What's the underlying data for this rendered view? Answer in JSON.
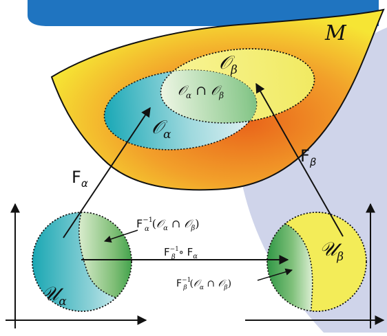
{
  "diagram": {
    "manifold_label": "M",
    "chart_domain_alpha": "𝒪",
    "chart_domain_alpha_sub": "α",
    "chart_domain_beta": "𝒪",
    "chart_domain_beta_sub": "β",
    "overlap": {
      "a": "𝒪",
      "a_sub": "α",
      "cap": " ∩ ",
      "b": "𝒪",
      "b_sub": "β"
    },
    "map_alpha": {
      "base": "F",
      "sub": "α"
    },
    "map_beta": {
      "base": "F",
      "sub": "β"
    },
    "euclid_alpha": {
      "base": "𝒰",
      "sub": "α"
    },
    "euclid_beta": {
      "base": "𝒰",
      "sub": "β"
    },
    "preimage_alpha": {
      "base": "F",
      "sub": "α",
      "sup": "−1",
      "open": "(",
      "a": "𝒪",
      "a_sub": "α",
      "cap": " ∩ ",
      "b": "𝒪",
      "b_sub": "β",
      "close": ")"
    },
    "transition": {
      "base": "F",
      "sub": "β",
      "sup": "−1",
      "compose": " ∘ ",
      "base2": "F",
      "sub2": "α"
    },
    "preimage_beta": {
      "base": "F",
      "sub": "β",
      "sup": "−1",
      "open": "(",
      "a": "𝒪",
      "a_sub": "α",
      "cap": " ∩ ",
      "b": "𝒪",
      "b_sub": "β",
      "close": ")"
    }
  },
  "colors": {
    "banner": "#1f74c0",
    "background_shape": "#cfd4ea",
    "manifold_edge": "#f4e030",
    "manifold_center": "#ec7a18",
    "teal": "#27b0ba",
    "yellow_region": "#f6f07c",
    "green_overlap": "#2f9e4e"
  }
}
